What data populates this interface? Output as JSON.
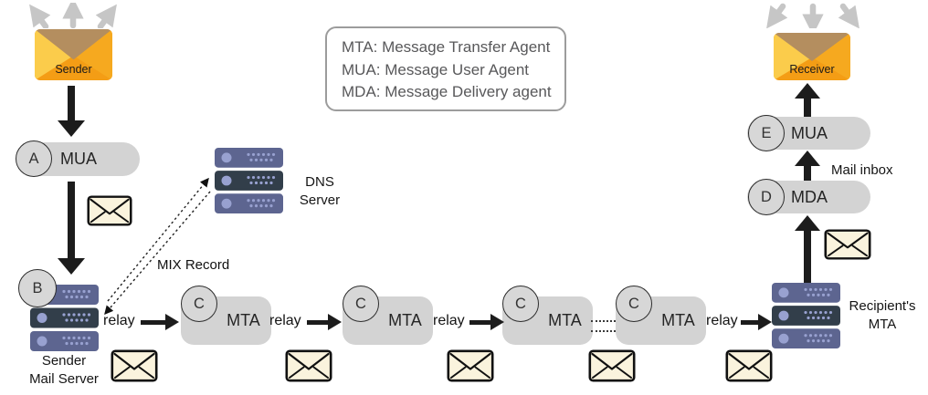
{
  "colors": {
    "ink": "#1c1c1c",
    "box_gray": "#d3d3d3",
    "badge_gray": "#d7d7d7",
    "ray_gray": "#c6c6c6",
    "legend_text": "#58585a",
    "legend_border": "#9c9c9c",
    "envelope_cream": "#faf3dd",
    "envelope_orange": "#f49d15",
    "envelope_orange_light": "#fbcc4b",
    "envelope_orange_mid": "#f6a91f",
    "envelope_flap": "#b48e5f",
    "server_slate": "#5d6590",
    "server_dark": "#323e4a",
    "server_accent": "#98a1d0"
  },
  "legend": {
    "lines": [
      "MTA: Message Transfer Agent",
      "MUA: Message User Agent",
      "MDA: Message Delivery agent"
    ]
  },
  "sender": {
    "label": "Sender"
  },
  "receiver": {
    "label": "Receiver"
  },
  "left": {
    "mua_badge": "A",
    "mua_label": "MUA",
    "server_badge": "B",
    "server_label1": "Sender",
    "server_label2": "Mail Server"
  },
  "dns": {
    "label1": "DNS",
    "label2": "Server",
    "mix_label": "MIX Record"
  },
  "chain": {
    "relays": [
      "relay",
      "relay",
      "relay",
      "relay"
    ],
    "boxes": [
      {
        "badge": "C",
        "label": "MTA"
      },
      {
        "badge": "C",
        "label": "MTA"
      },
      {
        "badge": "C",
        "label": "MTA"
      },
      {
        "badge": "C",
        "label": "MTA"
      }
    ]
  },
  "right": {
    "recipient_label1": "Recipient's",
    "recipient_label2": "MTA",
    "mda_badge": "D",
    "mda_label": "MDA",
    "mua_badge": "E",
    "mua_label": "MUA",
    "inbox_label": "Mail inbox"
  }
}
